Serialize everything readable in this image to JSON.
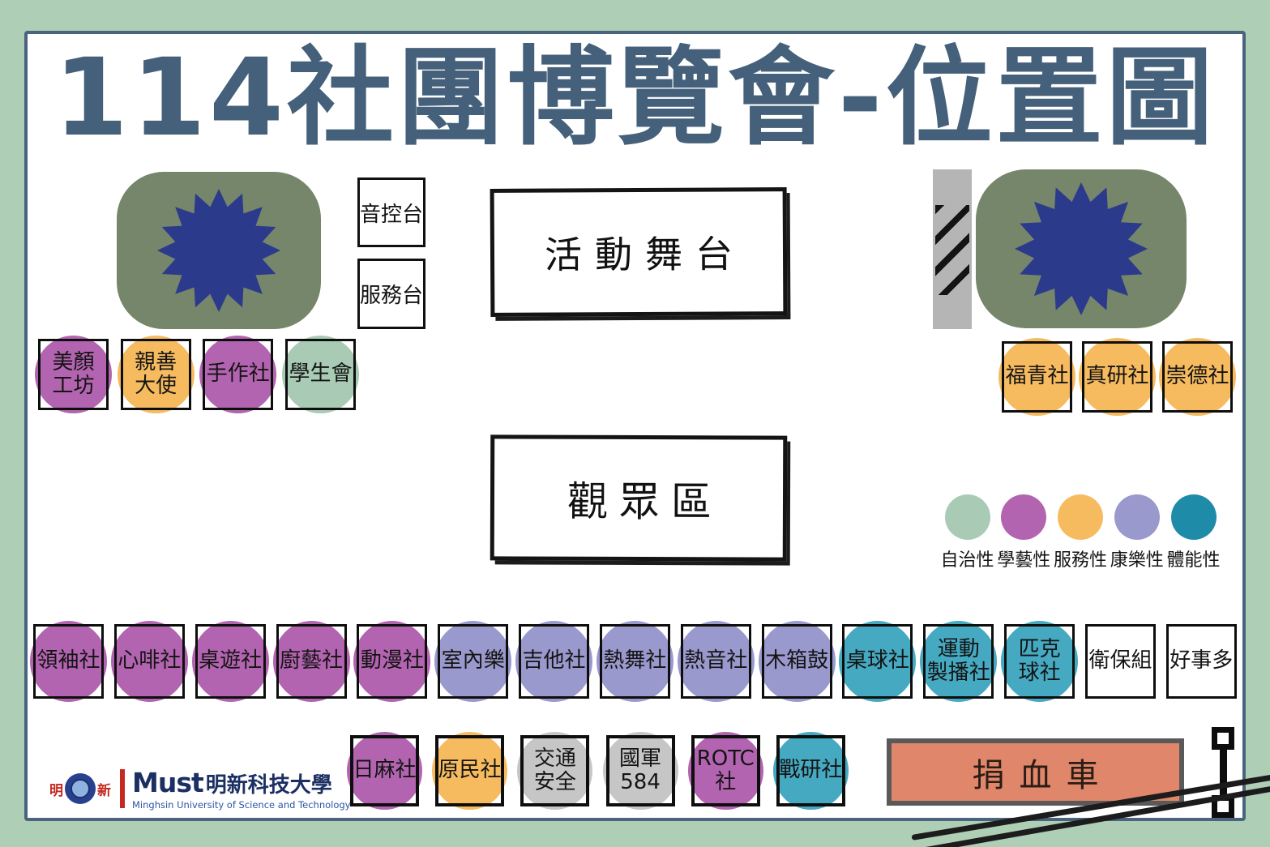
{
  "title": "114社團博覽會-位置圖",
  "areas": {
    "stage": "活動舞台",
    "audience": "觀眾區",
    "sound_booth": "音控台",
    "service_desk": "服務台",
    "blood_truck": "捐血車"
  },
  "legend": [
    {
      "label": "自治性",
      "color": "#a9cbb5"
    },
    {
      "label": "學藝性",
      "color": "#b364b0"
    },
    {
      "label": "服務性",
      "color": "#f7bb5f"
    },
    {
      "label": "康樂性",
      "color": "#9a99ce"
    },
    {
      "label": "體能性",
      "color": "#1e8ca9"
    }
  ],
  "booths_left": [
    {
      "line1": "美顏",
      "line2": "工坊",
      "category": "學藝性"
    },
    {
      "line1": "親善",
      "line2": "大使",
      "category": "服務性"
    },
    {
      "line1": "手作社",
      "category": "學藝性"
    },
    {
      "line1": "學生會",
      "category": "自治性"
    }
  ],
  "booths_right": [
    {
      "line1": "福青社",
      "category": "服務性"
    },
    {
      "line1": "真研社",
      "category": "服務性"
    },
    {
      "line1": "崇德社",
      "category": "服務性"
    }
  ],
  "booths_row1": [
    {
      "line1": "領袖社",
      "category": "學藝性"
    },
    {
      "line1": "心啡社",
      "category": "學藝性"
    },
    {
      "line1": "桌遊社",
      "category": "學藝性"
    },
    {
      "line1": "廚藝社",
      "category": "學藝性"
    },
    {
      "line1": "動漫社",
      "category": "學藝性"
    },
    {
      "line1": "室內樂",
      "category": "康樂性"
    },
    {
      "line1": "吉他社",
      "category": "康樂性"
    },
    {
      "line1": "熱舞社",
      "category": "康樂性"
    },
    {
      "line1": "熱音社",
      "category": "康樂性"
    },
    {
      "line1": "木箱鼓",
      "category": "康樂性"
    },
    {
      "line1": "桌球社",
      "category": "體能性"
    },
    {
      "line1": "運動",
      "line2": "製播社",
      "category": "體能性"
    },
    {
      "line1": "匹克",
      "line2": "球社",
      "category": "體能性"
    },
    {
      "line1": "衛保組",
      "category": ""
    },
    {
      "line1": "好事多",
      "category": ""
    }
  ],
  "booths_row2": [
    {
      "line1": "日麻社",
      "category": "學藝性"
    },
    {
      "line1": "原民社",
      "category": "服務性"
    },
    {
      "line1": "交通",
      "line2": "安全",
      "category": "其他"
    },
    {
      "line1": "國軍",
      "line2": "584",
      "category": "其他"
    },
    {
      "line1": "ROTC",
      "line2": "社",
      "category": "學藝性"
    },
    {
      "line1": "戰研社",
      "category": "體能性"
    }
  ],
  "logo": {
    "emblem_left": "明",
    "emblem_right": "新",
    "name_en": "Must",
    "name_zh": "明新科技大學",
    "subtitle": "Minghsin University of Science and Technology"
  },
  "colors": {
    "canvas_green": "#aecfb6",
    "page_border": "#4a647e",
    "title": "#45607a",
    "tree_green": "#75866b",
    "star_navy": "#2b3a8a",
    "booth_teal": "#45a9c1",
    "booth_gray": "#c6c6c6",
    "blood_truck_fill": "#e0866a",
    "blood_truck_border": "#595959",
    "stairs_gray": "#b5b5b5"
  }
}
